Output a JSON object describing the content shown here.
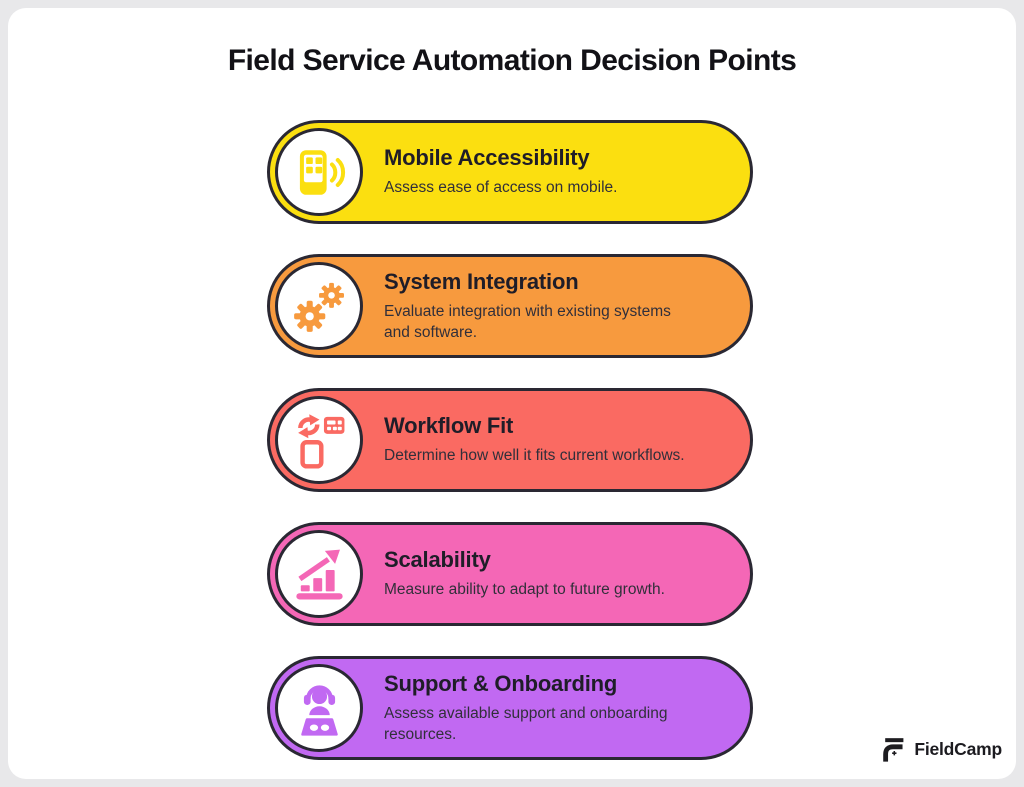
{
  "page": {
    "title": "Field Service Automation Decision Points",
    "background": "#e8e8ea",
    "card_background": "#ffffff",
    "outline_color": "#2a2833"
  },
  "rows": [
    {
      "title": "Mobile Accessibility",
      "description": "Assess ease of access on mobile.",
      "color": "#FBDF10",
      "icon": "mobile-signal-icon"
    },
    {
      "title": "System Integration",
      "description": "Evaluate integration with existing systems\nand software.",
      "color": "#F79A3E",
      "icon": "gears-icon"
    },
    {
      "title": "Workflow Fit",
      "description": "Determine how well it fits current workflows.",
      "color": "#FA6A62",
      "icon": "device-sync-icon"
    },
    {
      "title": "Scalability",
      "description": "Measure ability to adapt to future growth.",
      "color": "#F467B6",
      "icon": "growth-arrow-chart-icon"
    },
    {
      "title": "Support & Onboarding",
      "description": "Assess available support and onboarding\nresources.",
      "color": "#C169F2",
      "icon": "support-agent-icon"
    }
  ],
  "footer": {
    "brand": "FieldCamp"
  }
}
